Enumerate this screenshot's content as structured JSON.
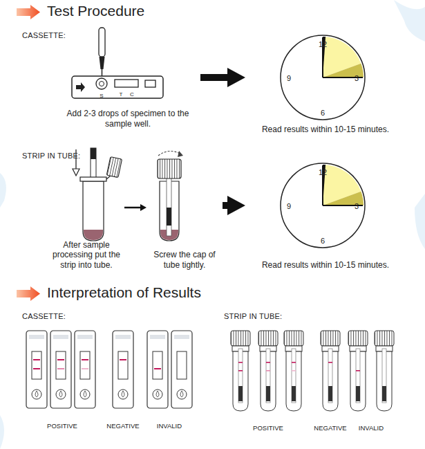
{
  "diagram": {
    "title": "Test Procedure",
    "nodes": [
      {
        "text": [
          "CASSETTE:"
        ]
      },
      {
        "text": [
          "Add 2-3 drops of specimen to the sample well."
        ],
        "in": 0
      },
      {
        "text": [
          "Read results within 10-15 minutes."
        ],
        "in": 0
      },
      {
        "text": [
          "STRIP IN TUBE:"
        ]
      },
      {
        "text": [
          "After sample processing put the strip into tube."
        ],
        "in": 3
      },
      {
        "text": [
          "Screw the cap of tube tightly."
        ],
        "in": 3
      },
      {
        "text": [
          "Read results within 10-15 minutes."
        ],
        "in": 3
      },
      {
        "text": [
          "CASSETTE:"
        ]
      },
      {
        "text": [
          "STRIP IN TUBE:"
        ]
      }
    ],
    "edges": [
      {
        "from": 1,
        "to": 2,
        "arrow": "to"
      },
      {
        "from": 4,
        "to": 5,
        "arrow": "to"
      },
      {
        "from": 5,
        "to": 6,
        "arrow": "to"
      }
    ],
    "labels": [
      "Interpretation of Results",
      "S",
      "T",
      "C",
      "12",
      "3",
      "6",
      "9",
      "12",
      "3",
      "6",
      "9",
      "POSITIVE",
      "NEGATIVE",
      "INVALID",
      "POSITIVE",
      "NEGATIVE",
      "INVALID"
    ]
  }
}
